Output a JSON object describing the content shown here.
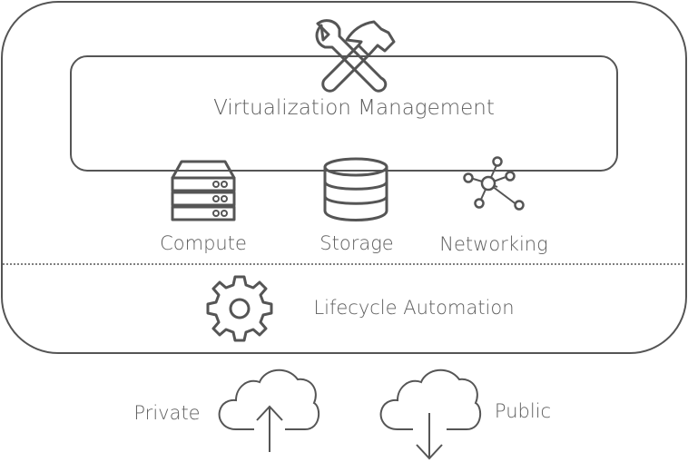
{
  "top_box": {
    "title": "Virtualization Management",
    "icon": "wrench-hammer-icon"
  },
  "resources": [
    {
      "label": "Compute",
      "icon": "server-icon"
    },
    {
      "label": "Storage",
      "icon": "database-icon"
    },
    {
      "label": "Networking",
      "icon": "network-icon"
    }
  ],
  "bottom": {
    "label": "Lifecycle Automation",
    "icon": "gear-icon"
  },
  "clouds": [
    {
      "label": "Private",
      "icon": "cloud-upload-icon"
    },
    {
      "label": "Public",
      "icon": "cloud-download-icon"
    }
  ]
}
